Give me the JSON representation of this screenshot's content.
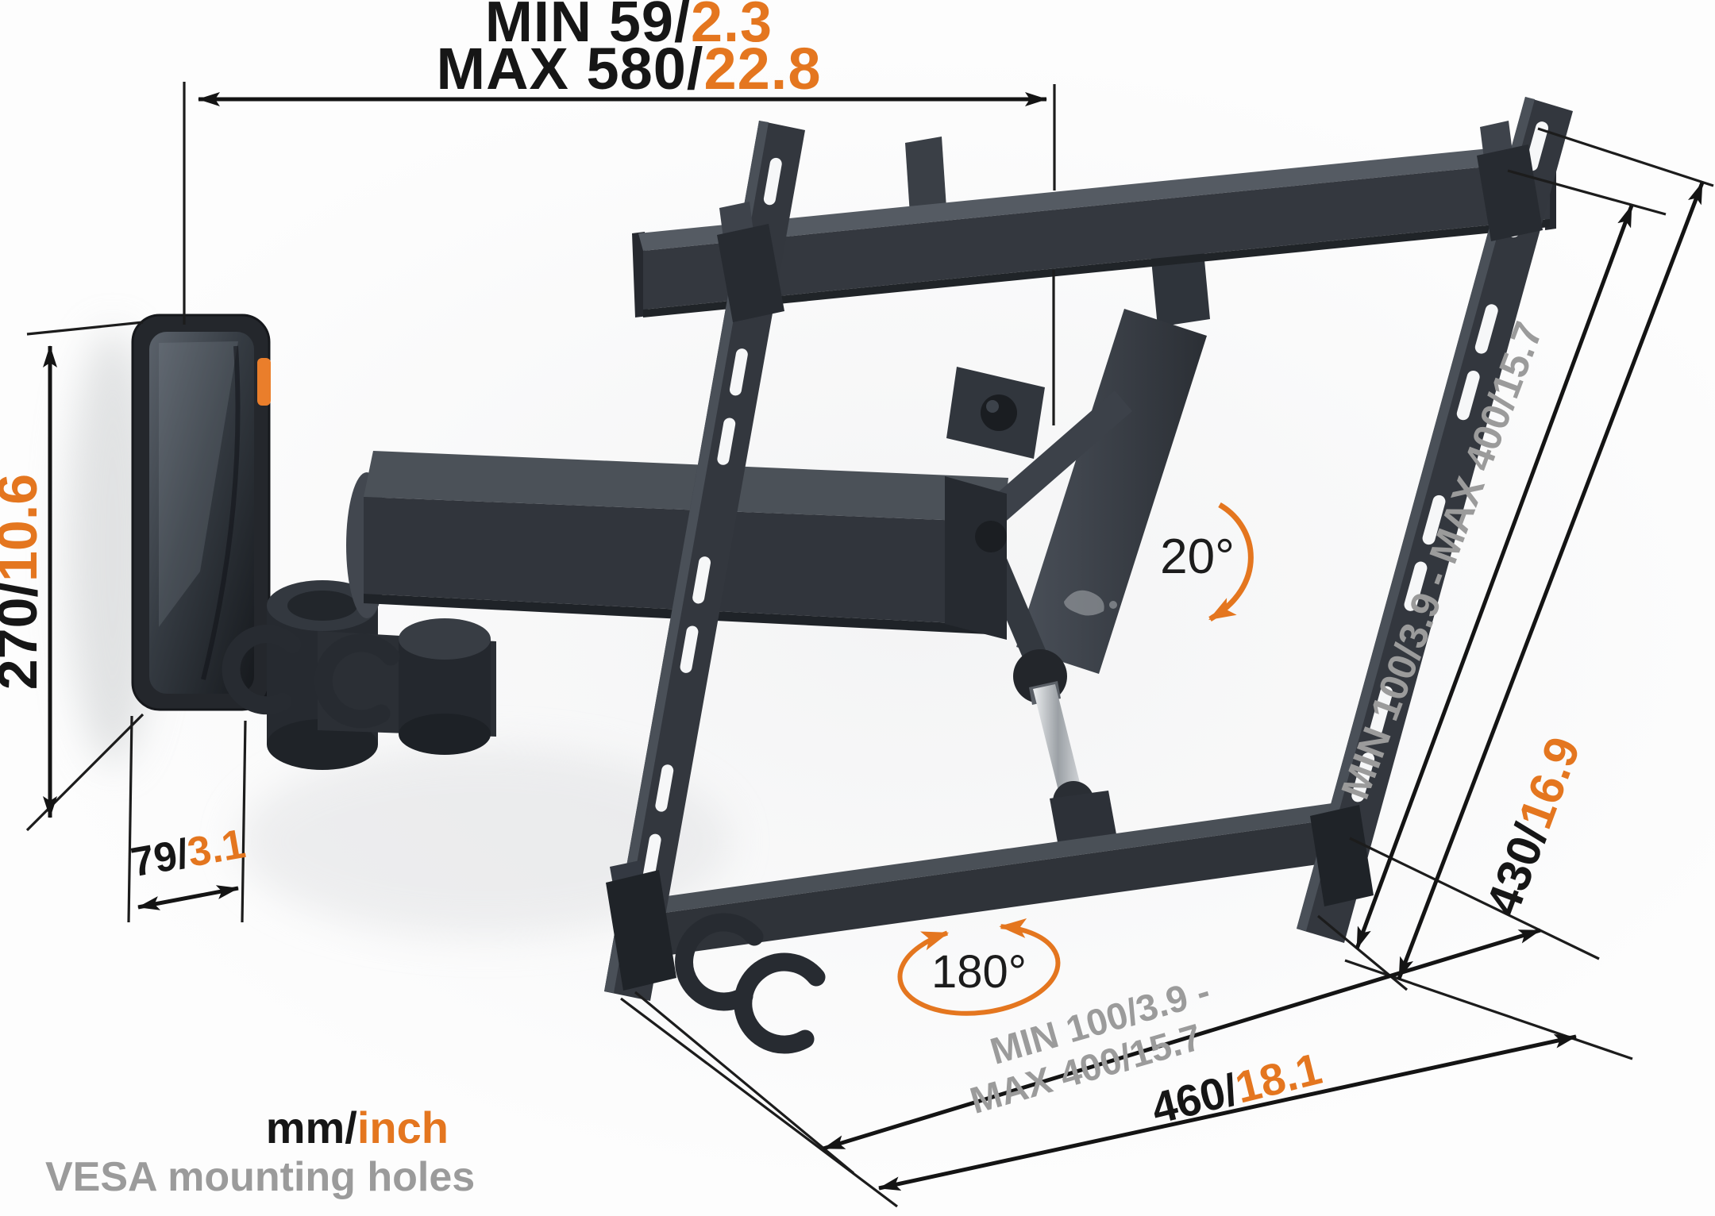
{
  "diagram": {
    "title": "tv-wall-mount-dimension-diagram",
    "legend": {
      "units_metric": "mm/",
      "units_imperial": "inch",
      "vesa": "VESA mounting holes"
    },
    "colors": {
      "accent_orange": "#E4761F",
      "dimension_text": "#161616",
      "muted_gray_text": "#9B9B9B",
      "hardware_dark": "#2E3237"
    },
    "dimensions": {
      "wall_distance_min": {
        "mm": "MIN 59/",
        "inch": "2.3"
      },
      "wall_distance_max": {
        "mm": "MAX 580/",
        "inch": "22.8"
      },
      "wall_plate_height": {
        "mm": "270/",
        "inch": "10.6"
      },
      "wall_plate_depth": {
        "mm": "79/",
        "inch": "3.1"
      },
      "vesa_range_side": "MIN 100/3.9 - MAX 400/15.7",
      "bracket_height": {
        "mm": "430/",
        "inch": "16.9"
      },
      "vesa_range_bottom_line1": "MIN 100/3.9 -",
      "vesa_range_bottom_line2": "MAX 400/15.7",
      "bracket_width": {
        "mm": "460/",
        "inch": "18.1"
      }
    },
    "angles": {
      "tilt": "20°",
      "swivel": "180°"
    }
  }
}
